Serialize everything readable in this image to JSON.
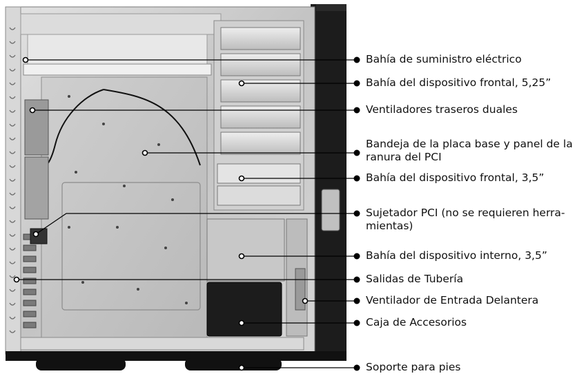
{
  "diagram": {
    "subject": "Computer tower chassis, side view with panel removed",
    "callouts": [
      {
        "label": "Bahía de suministro eléctrico"
      },
      {
        "label": "Bahía del dispositivo frontal, 5,25”"
      },
      {
        "label": "Ventiladores traseros duales"
      },
      {
        "label": "Bandeja de la placa base y panel de la ranura del PCI"
      },
      {
        "label": "Bahía del dispositivo frontal, 3,5”"
      },
      {
        "label": "Sujetador PCI (no se requieren herra-mientas)"
      },
      {
        "label": "Bahía del dispositivo interno, 3,5”"
      },
      {
        "label": "Salidas de Tubería"
      },
      {
        "label": "Ventilador de Entrada Delantera"
      },
      {
        "label": "Caja de Accesorios"
      },
      {
        "label": "Soporte para pies"
      }
    ],
    "colors": {
      "chassis_metal": "#c9c9c9",
      "chassis_frame": "#1a1a1a",
      "leader_line": "#000000",
      "label_text": "#111111"
    }
  }
}
